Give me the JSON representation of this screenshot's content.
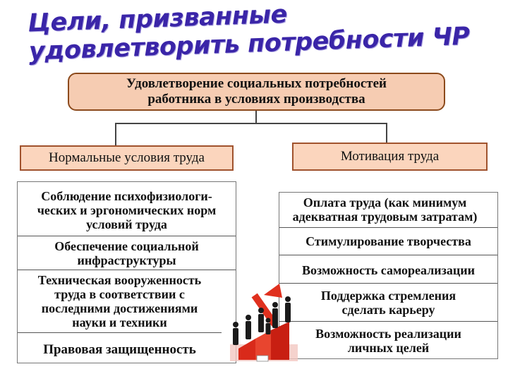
{
  "title": "Цели, призванные  удовлетворить потребности  ЧР",
  "root": {
    "line1": "Удовлетворение социальных потребностей",
    "line2": "работника в условиях производства"
  },
  "left": {
    "header": "Нормальные условия труда",
    "items": [
      [
        "Соблюдение психофизиологи-",
        "ческих и эргономических норм",
        "условий труда"
      ],
      [
        "Обеспечение социальной",
        "инфраструктуры"
      ],
      [
        "Техническая вооруженность",
        "труда в соответствии с",
        "последними достижениями",
        "науки и техники"
      ],
      [
        "Правовая защищенность"
      ]
    ]
  },
  "right": {
    "header": "Мотивация труда",
    "items": [
      [
        "Оплата труда (как минимум",
        "адекватная трудовым затратам)"
      ],
      [
        "Стимулирование творчества"
      ],
      [
        "Возможность самореализации"
      ],
      [
        "Поддержка стремления",
        "сделать карьеру"
      ],
      [
        "Возможность реализации",
        "личных целей"
      ]
    ]
  },
  "colors": {
    "title": "#3a25a8",
    "box_fill": "#f6ccb2",
    "box_border": "#8c4a1c",
    "illustration": "#e0301e"
  },
  "illustration": "business-people-on-rising-bar-chart-icon"
}
